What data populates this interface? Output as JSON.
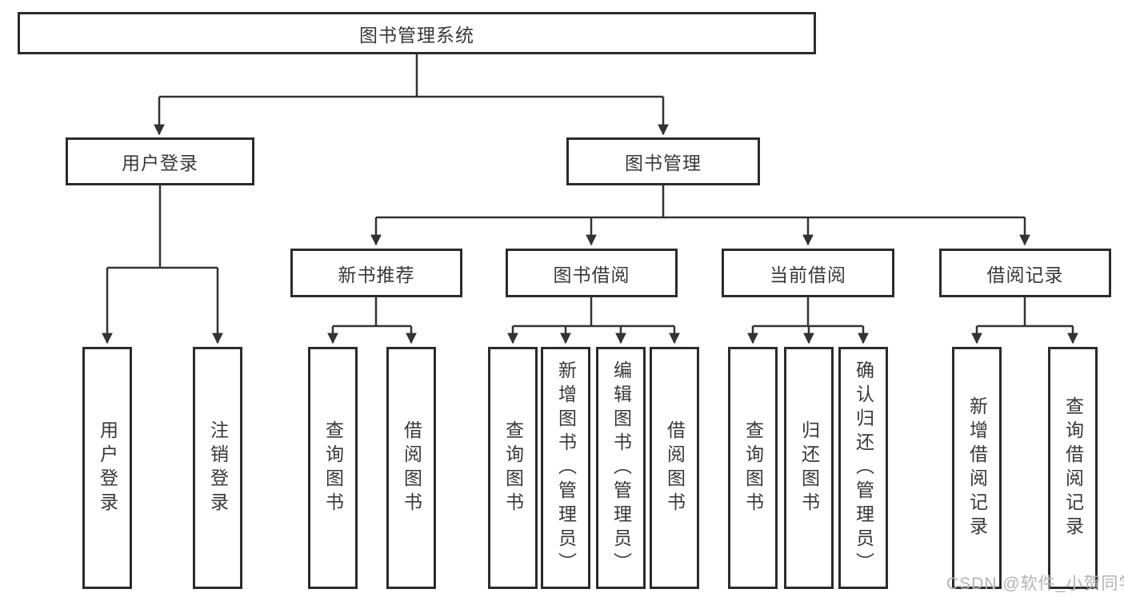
{
  "diagram_title": "图书管理系统",
  "nodes": {
    "root": "图书管理系统",
    "l2": [
      "用户登录",
      "图书管理"
    ],
    "l3": [
      "新书推荐",
      "图书借阅",
      "当前借阅",
      "借阅记录"
    ],
    "leaves_login": [
      "用户登录",
      "注销登录"
    ],
    "leaves_newbook": [
      "查询图书",
      "借阅图书"
    ],
    "leaves_borrow": [
      "查询图书",
      "新增图书（管理员）",
      "编辑图书（管理员）",
      "借阅图书"
    ],
    "leaves_current": [
      "查询图书",
      "归还图书",
      "确认归还（管理员）"
    ],
    "leaves_records": [
      "新增借阅记录",
      "查询借阅记录"
    ]
  },
  "watermark": "CSDN @软件_小贺同学",
  "colors": {
    "line": "#333333",
    "box_border": "#2b2b2b",
    "text": "#383838",
    "watermark": "#b3b3b3",
    "background": "#ffffff"
  }
}
